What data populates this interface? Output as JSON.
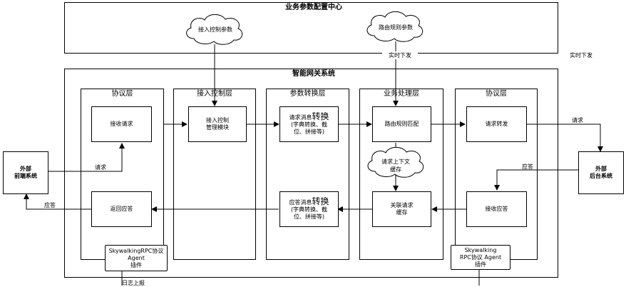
{
  "config_center": {
    "title": "业务参数配置中心",
    "cloud_access": "接入控制参数",
    "cloud_route": "路由规则参数"
  },
  "realtime_label_1": "实时下发",
  "realtime_label_2": "实时下发",
  "gateway": {
    "title": "智能网关系统"
  },
  "lanes": [
    "协议层",
    "接入控制层",
    "参数转换层",
    "业务处理层",
    "协议层"
  ],
  "nodes": {
    "receive_request": "接收请求",
    "access_control_1": "接入控制",
    "access_control_2": "管理模块",
    "req_convert_a": "请求消息",
    "req_convert_b": "转换",
    "req_convert_c": "(字典转换、截",
    "req_convert_d": "位、拼接等)",
    "route_match": "路由规则匹配",
    "request_forward": "请求转发",
    "cache_1": "请求上下文",
    "cache_2": "缓存",
    "return_response": "返回应答",
    "resp_convert_a": "应答消息",
    "resp_convert_b": "转换",
    "resp_convert_c": "(字典转换、截",
    "resp_convert_d": "位、拼接等)",
    "assoc_req_1": "关联请求",
    "assoc_req_2": "缓存",
    "receive_response": "接收应答",
    "agent_left_1": "SkywalkingRPC协议",
    "agent_left_2": "Agent",
    "agent_left_3": "插件",
    "agent_right_1": "Skywalking",
    "agent_right_2": "RPC协议 Agent",
    "agent_right_3": "插件"
  },
  "external_front": {
    "line1": "外部",
    "line2": "前端系统"
  },
  "external_back": {
    "line1": "外部",
    "line2": "后台系统"
  },
  "edge_labels": {
    "request_in": "请求",
    "response_out": "应答",
    "request_out": "请求",
    "response_in": "应答",
    "log_report": "日志上报"
  }
}
